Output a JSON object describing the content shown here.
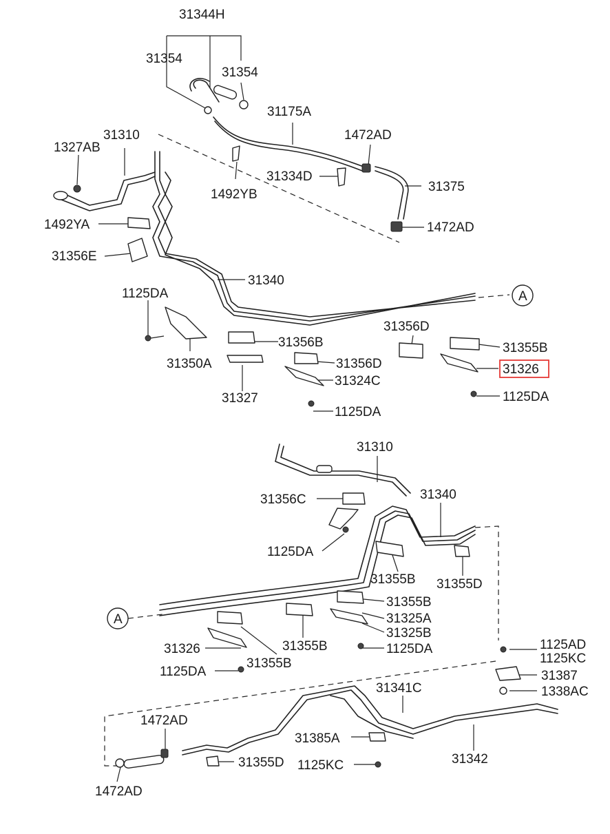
{
  "upper_diagram": {
    "labels": {
      "p31344H": "31344H",
      "p31354_left": "31354",
      "p31354_right": "31354",
      "p31175A": "31175A",
      "p1472AD_top": "1472AD",
      "p31310": "31310",
      "p1327AB": "1327AB",
      "p31334D": "31334D",
      "p31375": "31375",
      "p1492YB": "1492YB",
      "p1472AD_mid": "1472AD",
      "p1492YA": "1492YA",
      "p31356E": "31356E",
      "p31340": "31340",
      "p1125DA_a": "1125DA",
      "p31356D_a": "31356D",
      "p31356B": "31356B",
      "p31355B_a": "31355B",
      "p31350A": "31350A",
      "p31356D_b": "31356D",
      "p31326_a": "31326",
      "p31324C": "31324C",
      "p31327": "31327",
      "p1125DA_b": "1125DA",
      "p1125DA_c": "1125DA",
      "ref_A": "A"
    }
  },
  "lower_diagram": {
    "labels": {
      "p31310": "31310",
      "p31340": "31340",
      "p31356C": "31356C",
      "p1125DA_d": "1125DA",
      "p31355B_b": "31355B",
      "p31355D_a": "31355D",
      "p31355B_c": "31355B",
      "p31325A": "31325A",
      "p31325B": "31325B",
      "p1125DA_e": "1125DA",
      "p31355B_d": "31355B",
      "p31326_b": "31326",
      "p1125DA_f": "1125DA",
      "p31355B_e": "31355B",
      "p1125AD": "1125AD",
      "p1125KC_a": "1125KC",
      "p31387": "31387",
      "p1338AC": "1338AC",
      "p31341C": "31341C",
      "p1472AD_low1": "1472AD",
      "p31385A": "31385A",
      "p31355D_b": "31355D",
      "p1125KC_b": "1125KC",
      "p31342": "31342",
      "p1472AD_low2": "1472AD",
      "ref_A": "A"
    }
  },
  "highlight": {
    "part": "31326",
    "color": "#e53935"
  }
}
